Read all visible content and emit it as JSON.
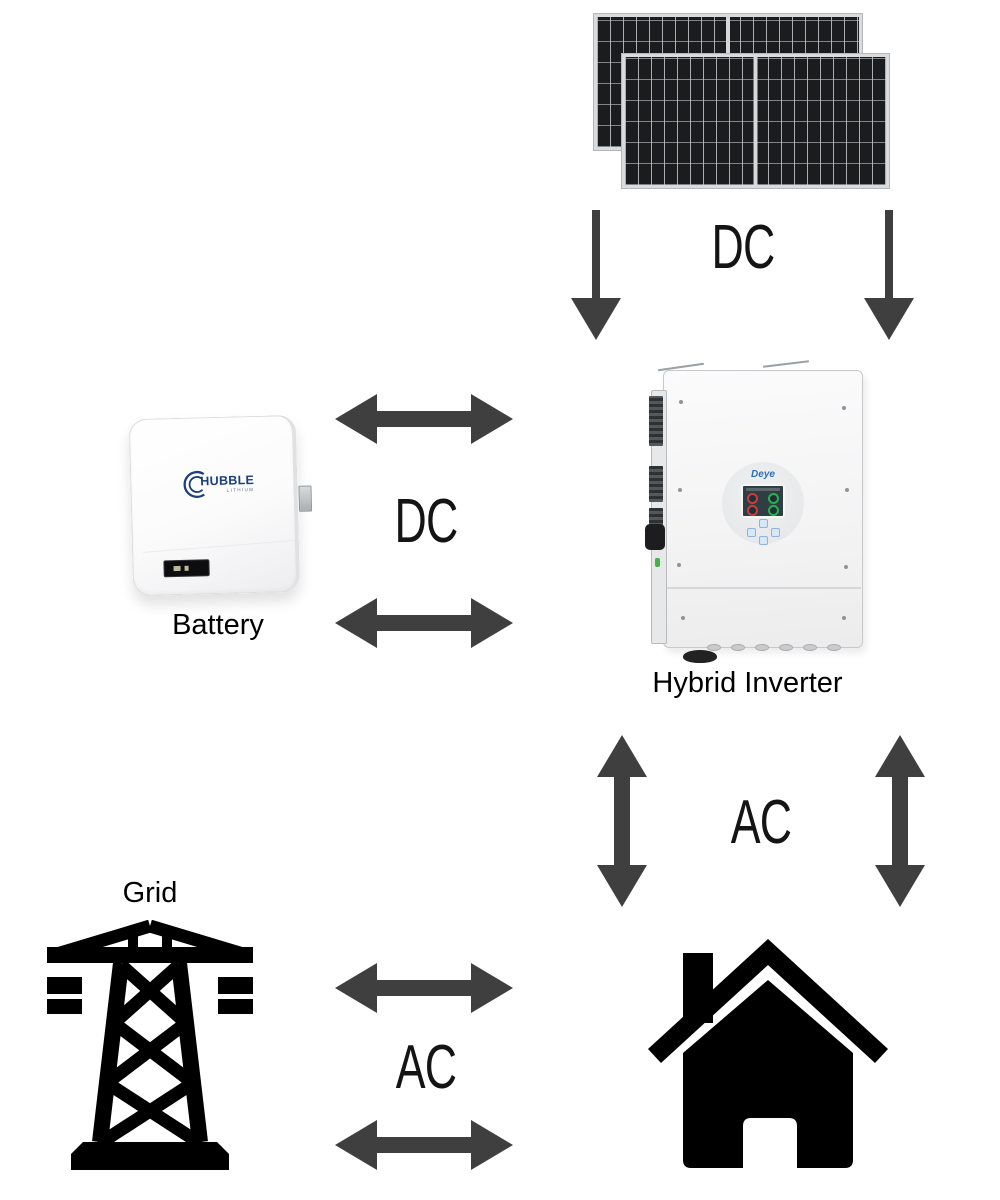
{
  "labels": {
    "battery": "Battery",
    "hybrid_inverter": "Hybrid Inverter",
    "grid": "Grid"
  },
  "links": {
    "pv_to_inverter": "DC",
    "battery_to_inverter": "DC",
    "inverter_to_house": "AC",
    "grid_to_house": "AC"
  },
  "devices": {
    "battery_brand": "HUBBLE",
    "battery_brand_sub": "LITHIUM",
    "inverter_brand": "Deye"
  },
  "colors": {
    "arrow": "#3f3f3f",
    "icon": "#000000",
    "battery_brand_blue": "#1b3f7d",
    "inverter_brand_blue": "#2f6fba",
    "panel_cell": "#1b1c1e",
    "panel_frame": "#d9dbdd"
  }
}
